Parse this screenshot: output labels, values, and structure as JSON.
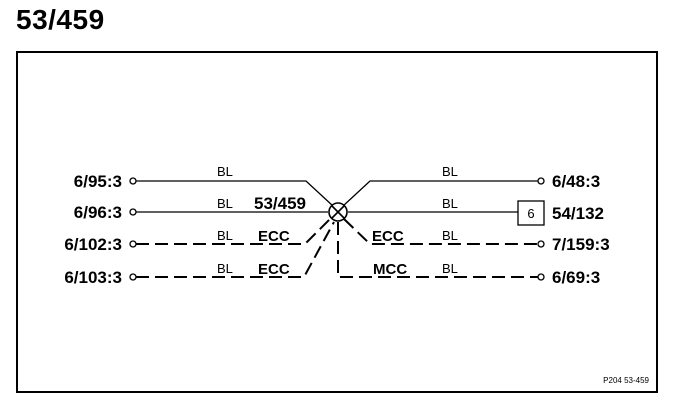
{
  "title": "53/459",
  "splice_label": "53/459",
  "left_terminals": [
    "6/95:3",
    "6/96:3",
    "6/102:3",
    "6/103:3"
  ],
  "right_terminals": [
    "6/48:3",
    "54/132",
    "7/159:3",
    "6/69:3"
  ],
  "connector_pin": "6",
  "wire_color_labels": {
    "l1": "BL",
    "l2": "BL",
    "l3": "BL",
    "l4": "BL",
    "r1": "BL",
    "r2": "BL",
    "r3": "BL",
    "r4": "BL"
  },
  "group_labels": {
    "l3": "ECC",
    "l4": "ECC",
    "r3": "ECC",
    "r4": "MCC"
  },
  "footer_ref": "P204  53-459"
}
